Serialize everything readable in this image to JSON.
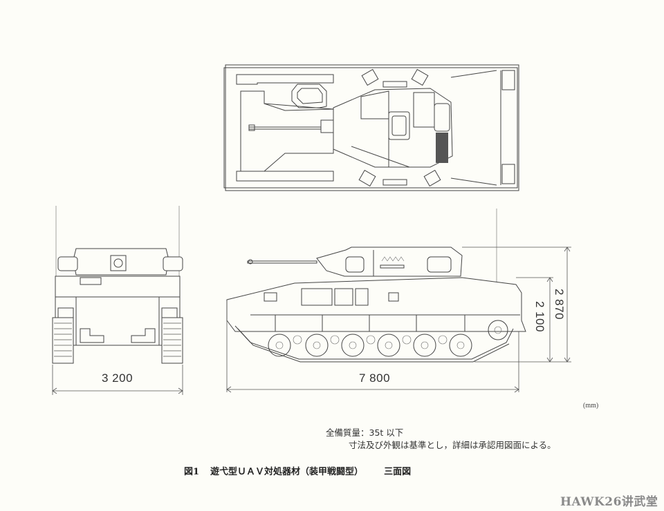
{
  "figure": {
    "number": "図1",
    "title": "遊弋型ＵＡＶ対処器材（装甲戦闘型）",
    "subtitle": "三面図"
  },
  "views": {
    "top": {
      "label": "top-view"
    },
    "front": {
      "label": "front-view"
    },
    "side": {
      "label": "side-view"
    }
  },
  "dimensions": {
    "width": "3 200",
    "length": "7 800",
    "overall_height": "2 870",
    "hull_height": "2 100",
    "unit": "(mm)"
  },
  "notes": {
    "weight": "全備質量：35t 以下",
    "remark": "寸法及び外観は基準とし，詳細は承認用図面による。"
  },
  "watermark": "HAWK26讲武堂",
  "colors": {
    "background": "#fdfdf8",
    "line": "#444444",
    "watermark": "#8a8a8a"
  }
}
